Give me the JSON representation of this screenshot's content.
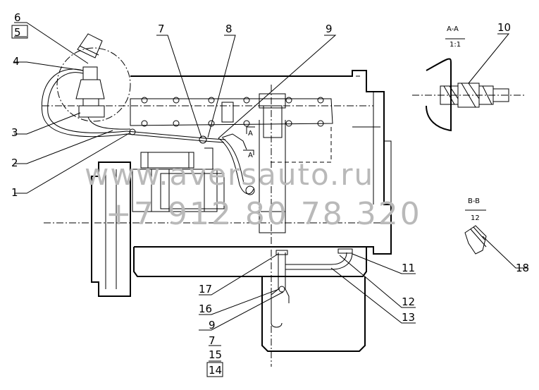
{
  "callouts": [
    "1",
    "2",
    "3",
    "4",
    "5",
    "6",
    "7",
    "8",
    "9",
    "10",
    "11",
    "12",
    "13",
    "16",
    "9",
    "7",
    "15",
    "14",
    "17",
    "18"
  ],
  "section_aa": {
    "name": "A-A",
    "scale": "1:1"
  },
  "section_bb": {
    "name": "B-B",
    "scale": "12"
  },
  "section_marks": [
    "A",
    "A"
  ],
  "watermark": {
    "site": "www.aversauto.ru",
    "phone": "+7 912 80 78 320"
  }
}
